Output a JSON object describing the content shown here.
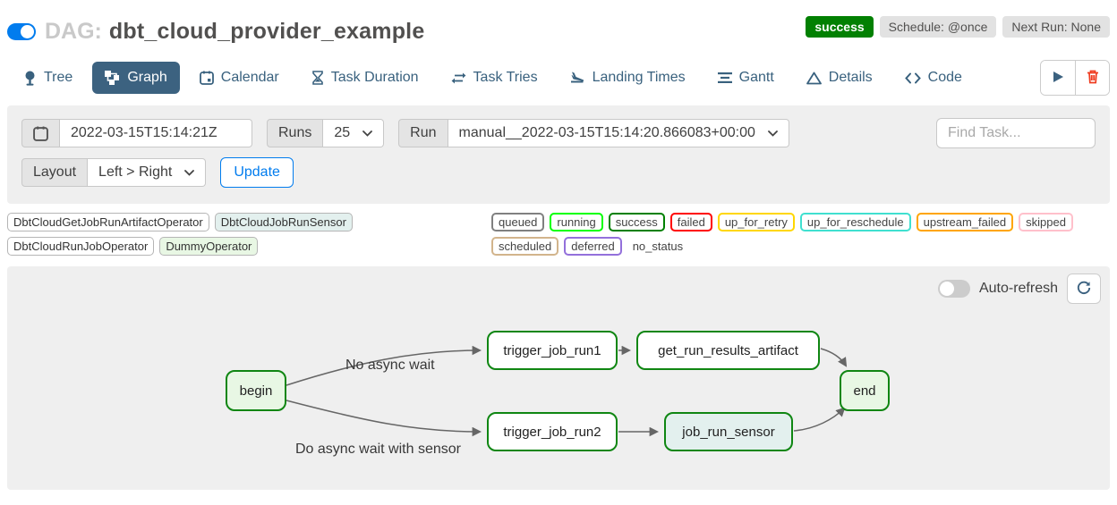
{
  "header": {
    "toggle_state": "on",
    "dag_prefix": "DAG:",
    "dag_title": "dbt_cloud_provider_example",
    "status_badge": "success",
    "schedule_badge": "Schedule: @once",
    "next_run_badge": "Next Run: None"
  },
  "tabs": [
    {
      "label": "Tree",
      "icon": "tree-pin-icon",
      "active": false
    },
    {
      "label": "Graph",
      "icon": "sitemap-icon",
      "active": true
    },
    {
      "label": "Calendar",
      "icon": "calendar-icon",
      "active": false
    },
    {
      "label": "Task Duration",
      "icon": "hourglass-icon",
      "active": false
    },
    {
      "label": "Task Tries",
      "icon": "repeat-icon",
      "active": false
    },
    {
      "label": "Landing Times",
      "icon": "plane-landing-icon",
      "active": false
    },
    {
      "label": "Gantt",
      "icon": "align-icon",
      "active": false
    },
    {
      "label": "Details",
      "icon": "triangle-icon",
      "active": false
    },
    {
      "label": "Code",
      "icon": "code-icon",
      "active": false
    }
  ],
  "filters": {
    "date_value": "2022-03-15T15:14:21Z",
    "runs_label": "Runs",
    "runs_value": "25",
    "run_label": "Run",
    "run_value": "manual__2022-03-15T15:14:20.866083+00:00",
    "find_task_placeholder": "Find Task...",
    "layout_label": "Layout",
    "layout_value": "Left > Right",
    "update_label": "Update"
  },
  "legend": {
    "operators": [
      {
        "label": "DbtCloudGetJobRunArtifactOperator",
        "fill": "#ffffff"
      },
      {
        "label": "DbtCloudJobRunSensor",
        "fill": "#e3f0ee"
      },
      {
        "label": "DbtCloudRunJobOperator",
        "fill": "#ffffff"
      },
      {
        "label": "DummyOperator",
        "fill": "#e8f7e4"
      }
    ],
    "states": [
      {
        "label": "queued",
        "border": "#808080"
      },
      {
        "label": "running",
        "border": "#00ff00"
      },
      {
        "label": "success",
        "border": "#008000"
      },
      {
        "label": "failed",
        "border": "#ff0000"
      },
      {
        "label": "up_for_retry",
        "border": "#ffd700"
      },
      {
        "label": "up_for_reschedule",
        "border": "#40e0d0"
      },
      {
        "label": "upstream_failed",
        "border": "#ffa500"
      },
      {
        "label": "skipped",
        "border": "#ffc0cb"
      },
      {
        "label": "scheduled",
        "border": "#d2b48c"
      },
      {
        "label": "deferred",
        "border": "#9370db"
      }
    ],
    "no_status_label": "no_status"
  },
  "graph_panel": {
    "auto_refresh_label": "Auto-refresh",
    "auto_refresh_state": "off",
    "nodes": [
      {
        "id": "begin",
        "label": "begin",
        "fill": "#e8f7e4",
        "border": "#0f8612"
      },
      {
        "id": "trigger_job_run1",
        "label": "trigger_job_run1",
        "fill": "#ffffff",
        "border": "#0f8612"
      },
      {
        "id": "get_run_results_artifact",
        "label": "get_run_results_artifact",
        "fill": "#ffffff",
        "border": "#0f8612"
      },
      {
        "id": "trigger_job_run2",
        "label": "trigger_job_run2",
        "fill": "#ffffff",
        "border": "#0f8612"
      },
      {
        "id": "job_run_sensor",
        "label": "job_run_sensor",
        "fill": "#e3f0ee",
        "border": "#0f8612"
      },
      {
        "id": "end",
        "label": "end",
        "fill": "#e8f7e4",
        "border": "#0f8612"
      }
    ],
    "edges": [
      {
        "from": "begin",
        "to": "trigger_job_run1",
        "label": "No async wait"
      },
      {
        "from": "begin",
        "to": "trigger_job_run2",
        "label": "Do async wait with sensor"
      },
      {
        "from": "trigger_job_run1",
        "to": "get_run_results_artifact",
        "label": ""
      },
      {
        "from": "trigger_job_run2",
        "to": "job_run_sensor",
        "label": ""
      },
      {
        "from": "get_run_results_artifact",
        "to": "end",
        "label": ""
      },
      {
        "from": "job_run_sensor",
        "to": "end",
        "label": ""
      }
    ],
    "edge_labels": [
      {
        "text": "No async wait"
      },
      {
        "text": "Do async wait with sensor"
      }
    ]
  },
  "colors": {
    "brand_blue": "#017cee",
    "tab_active_bg": "#3c6280",
    "tab_text": "#39617e",
    "success_green": "#028002",
    "node_border_green": "#0f8612",
    "edge_gray": "#666666",
    "panel_gray": "#efefef",
    "trash_red": "#ef3c20"
  }
}
